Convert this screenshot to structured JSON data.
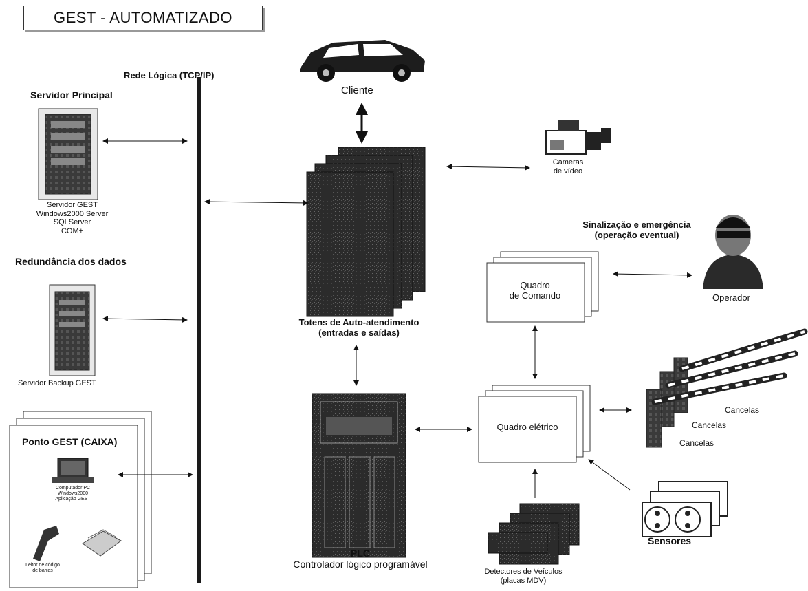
{
  "title": "GEST - AUTOMATIZADO",
  "network_label": "Rede Lógica (TCP/IP)",
  "main_server": {
    "heading": "Servidor Principal",
    "lines": [
      "Servidor GEST",
      "Windows2000 Server",
      "SQLServer",
      "COM+"
    ]
  },
  "backup_server": {
    "heading": "Redundância dos dados",
    "caption": "Servidor Backup GEST"
  },
  "cashier": {
    "heading": "Ponto GEST (CAIXA)",
    "computer_lines": [
      "Computador PC",
      "Windows2000",
      "Aplicação GEST"
    ],
    "scanner_caption_lines": [
      "Leitor de código",
      "de barras"
    ]
  },
  "client_label": "Cliente",
  "cameras_lines": [
    "Cameras",
    "de vídeo"
  ],
  "kiosks_lines": [
    "Totens de Auto-atendimento",
    "(entradas e saídas)"
  ],
  "plc_lines": [
    "PLC",
    "Controlador lógico programável"
  ],
  "signaling_lines": [
    "Sinalização e emergência",
    "(operação eventual)"
  ],
  "operator_label": "Operador",
  "command_panel_lines": [
    "Quadro",
    "de Comando"
  ],
  "electric_panel_label": "Quadro elétrico",
  "gates_labels": [
    "Cancelas",
    "Cancelas",
    "Cancelas"
  ],
  "sensors_label": "Sensores",
  "detectors_lines": [
    "Detectores de Veículos",
    "(placas MDV)"
  ],
  "colors": {
    "line": "#111111",
    "dark_fill": "#2a2a2a",
    "mid_fill": "#6a6a6a"
  }
}
